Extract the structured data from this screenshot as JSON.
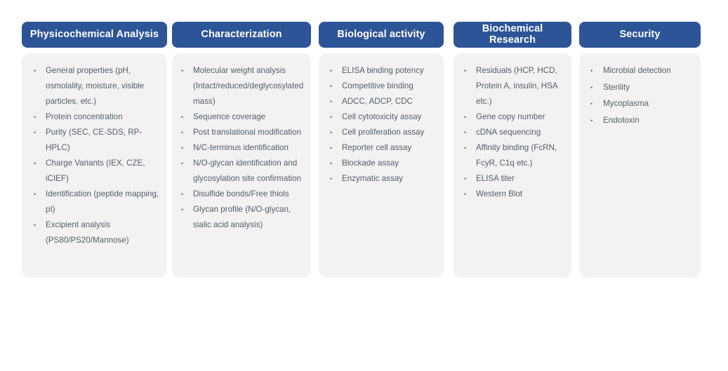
{
  "theme": {
    "page_background": "#ffffff",
    "header_color": "#2d5496",
    "header_text_color": "#ffffff",
    "card_background": "#f2f2f2",
    "body_text_color": "#525d6b"
  },
  "columns": [
    {
      "id": "physicochemical-analysis",
      "header": "Physicochemical Analysis",
      "spacing": "tight",
      "items": [
        "General properties (pH, osmolality, moisture, visible particles, etc.)",
        "Protein concentration",
        "Purity (SEC,  CE-SDS, RP-HPLC)",
        "Charge Variants (IEX, CZE, iCIEF)",
        "Identification (peptide mapping, pI)",
        "Excipient analysis (PS80/PS20/Mannose)"
      ]
    },
    {
      "id": "characterization",
      "header": "Characterization",
      "spacing": "tight",
      "items": [
        "Molecular weight analysis (Intact/reduced/deglycosylated mass)",
        "Sequence coverage",
        "Post translational modification",
        "N/C-terminus identification",
        "N/O-glycan identification and glycosylation site confirmation",
        "Disulfide bonds/Free thiols",
        "Glycan profile (N/O-glycan, sialic acid analysis)"
      ]
    },
    {
      "id": "biological-activity",
      "header": "Biological activity",
      "spacing": "loose",
      "items": [
        "ELISA binding potency",
        "Competitive binding",
        "ADCC, ADCP, CDC",
        "Cell cytotoxicity assay",
        "Cell proliferation assay",
        "Reporter cell assay",
        "Blockade assay",
        "Enzymatic assay"
      ]
    },
    {
      "id": "biochemical-research",
      "header": "Biochemical Research",
      "spacing": "semi",
      "items": [
        "Residuals (HCP, HCD, Protein A, insulin, HSA etc.)",
        "Gene copy number",
        "cDNA sequencing",
        "Affinity binding (FcRN, FcyR, C1q etc.)",
        "ELISA titer",
        "Western Blot"
      ]
    },
    {
      "id": "security",
      "header": "Security",
      "spacing": "semi",
      "items": [
        "Microbial detection",
        "Sterility",
        "Mycoplasma",
        "Endotoxin"
      ]
    }
  ]
}
